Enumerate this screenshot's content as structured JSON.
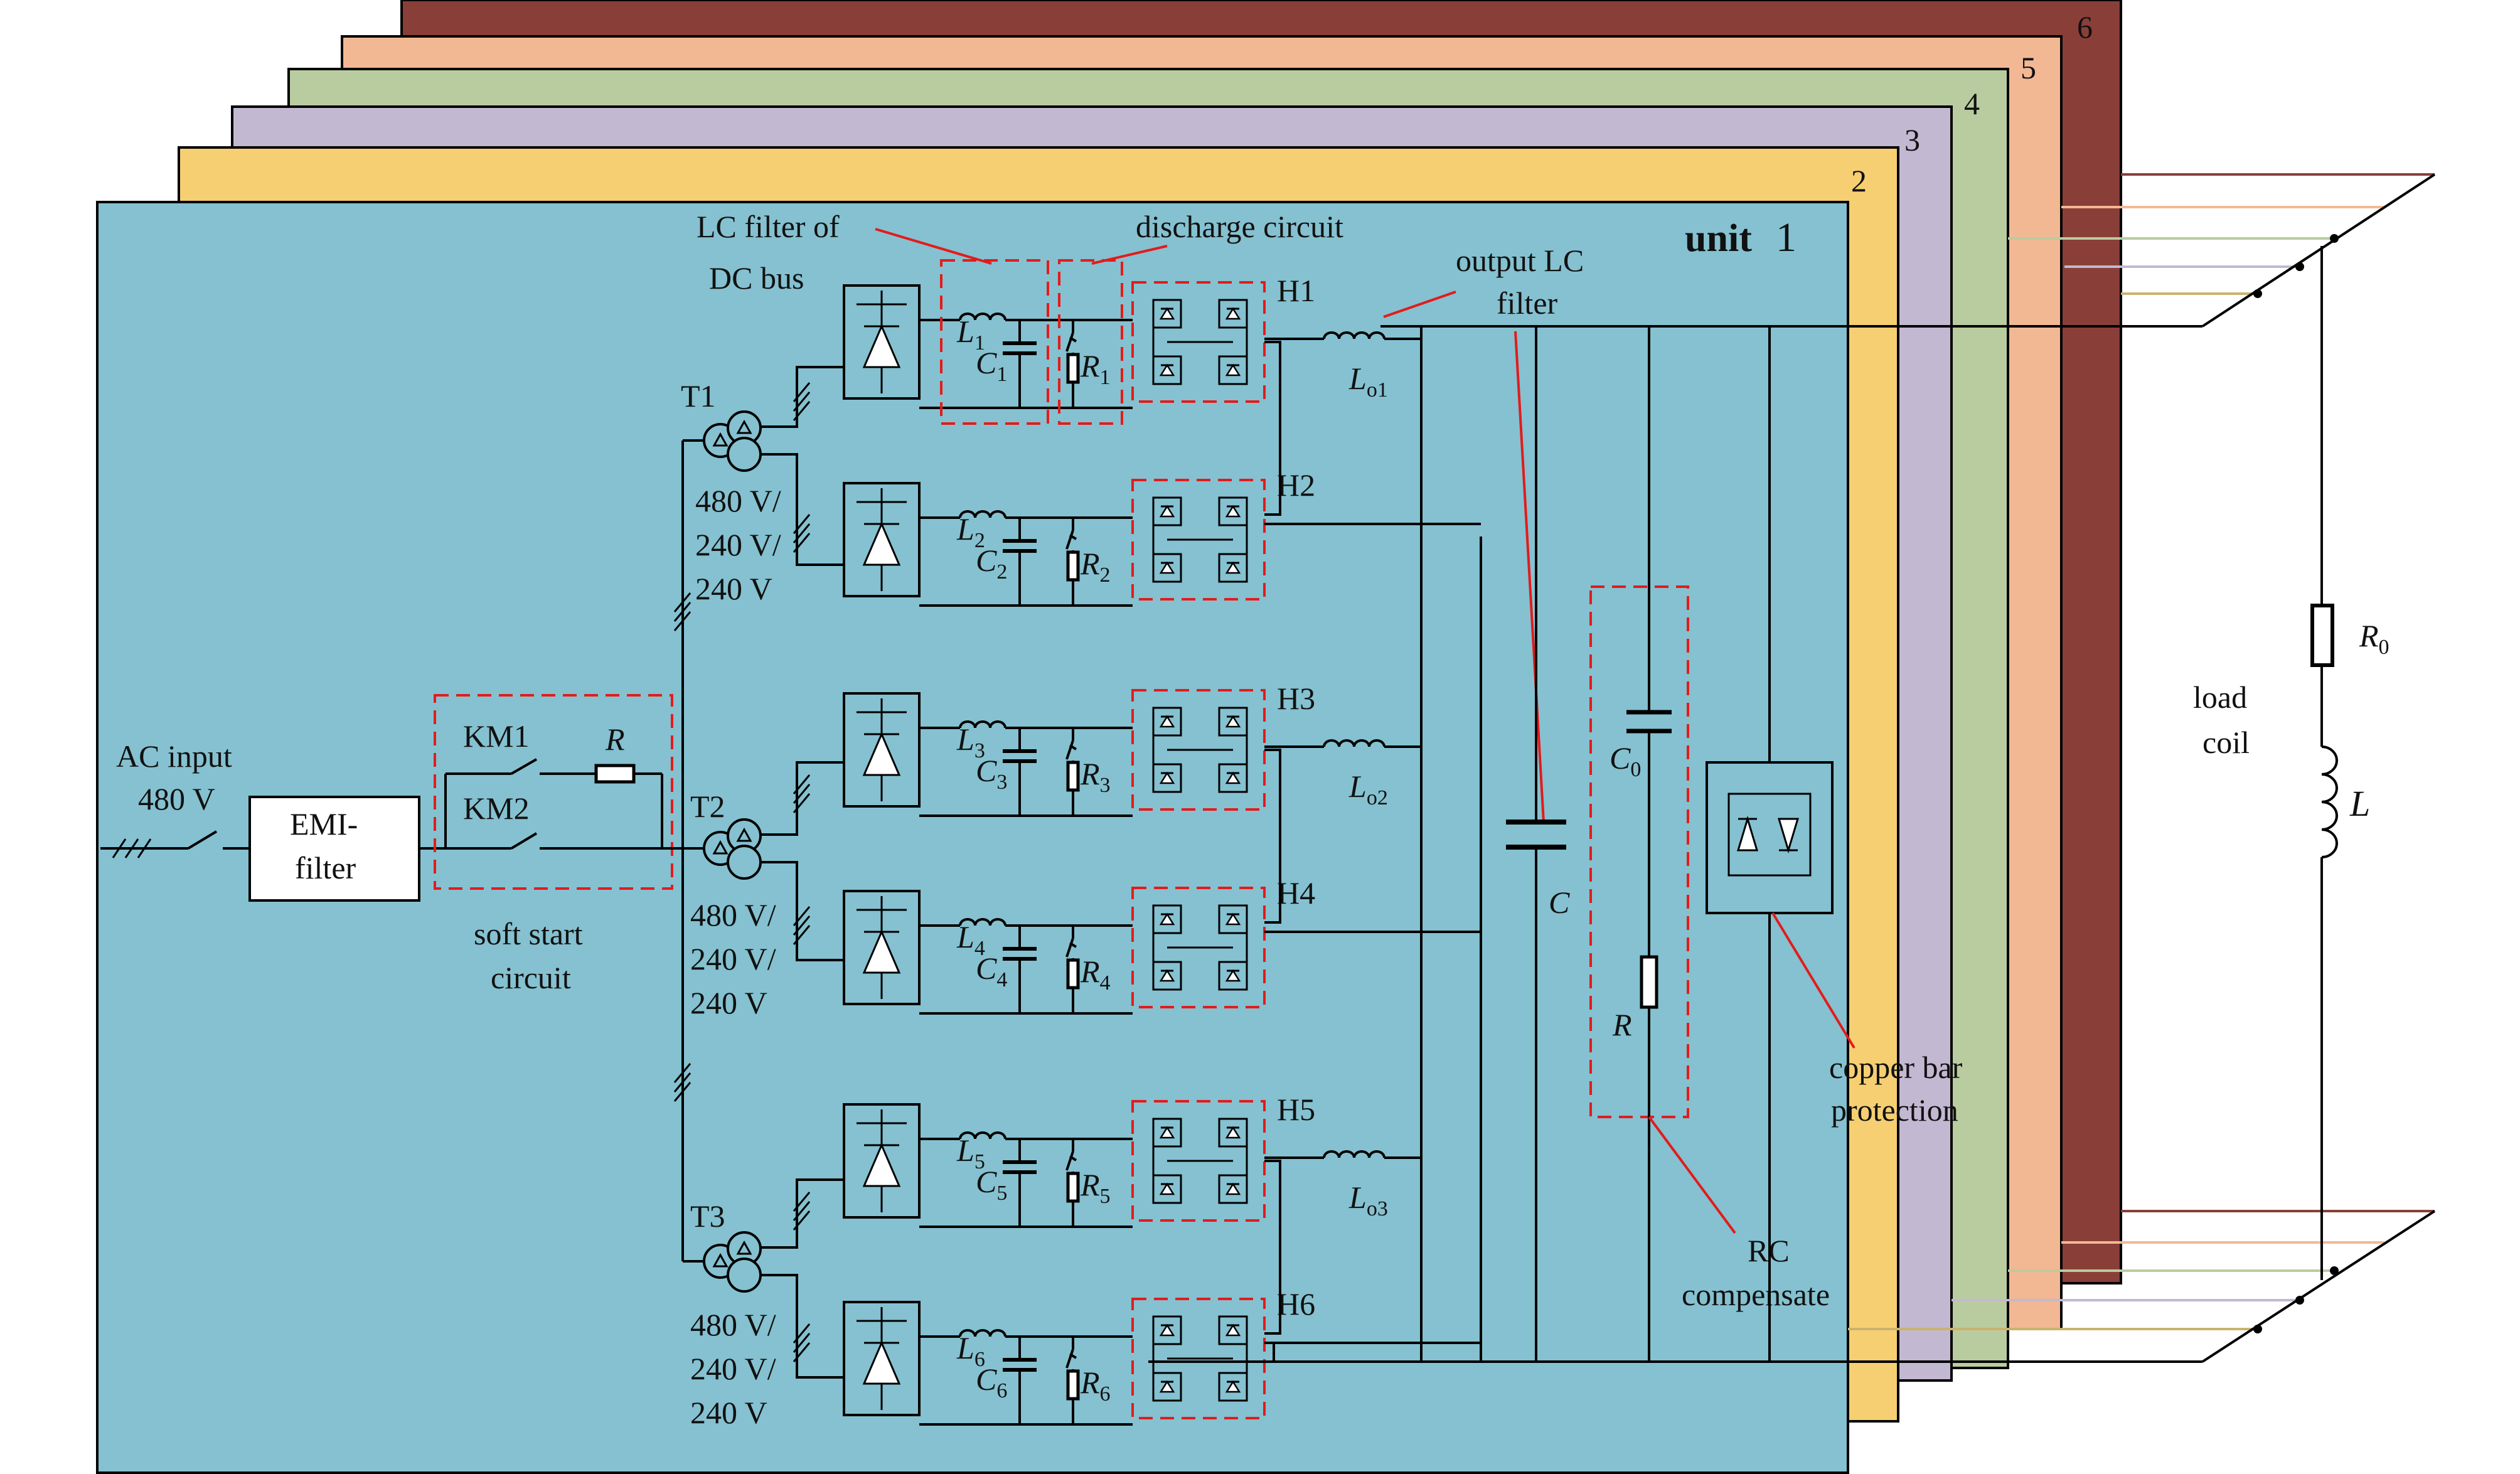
{
  "colors": {
    "panel_1": "#85c1d0",
    "panel_2": "#f6cf72",
    "panel_3": "#c3b8d1",
    "panel_4": "#b9cc9f",
    "panel_5": "#f2b894",
    "panel_6": "#893f38",
    "annotation": "#e31b1b",
    "wire": "#000000"
  },
  "panels": {
    "numbers": [
      "1",
      "2",
      "3",
      "4",
      "5",
      "6"
    ],
    "unit_word": "unit"
  },
  "input": {
    "ac_label_line1": "AC input",
    "ac_label_line2": "480 V",
    "emi_line1": "EMI-",
    "emi_line2": "filter"
  },
  "soft_start": {
    "km1": "KM1",
    "km2": "KM2",
    "resistor": "R",
    "caption_line1": "soft start",
    "caption_line2": "circuit"
  },
  "transformers": [
    {
      "name": "T1",
      "rating": [
        "480 V/",
        "240 V/",
        "240 V"
      ]
    },
    {
      "name": "T2",
      "rating": [
        "480 V/",
        "240 V/",
        "240 V"
      ]
    },
    {
      "name": "T3",
      "rating": [
        "480 V/",
        "240 V/",
        "240 V"
      ]
    }
  ],
  "annotations": {
    "lc_dc_line1": "LC filter of",
    "lc_dc_line2": "DC bus",
    "discharge": "discharge circuit",
    "output_lc_line1": "output LC",
    "output_lc_line2": "filter",
    "rc_line1": "RC",
    "rc_line2": "compensate",
    "copper_line1": "copper bar",
    "copper_line2": "protection"
  },
  "modules": [
    {
      "bridge": "H1",
      "L_base": "L",
      "L_sub": "1",
      "C_base": "C",
      "C_sub": "1",
      "R_base": "R",
      "R_sub": "1"
    },
    {
      "bridge": "H2",
      "L_base": "L",
      "L_sub": "2",
      "C_base": "C",
      "C_sub": "2",
      "R_base": "R",
      "R_sub": "2"
    },
    {
      "bridge": "H3",
      "L_base": "L",
      "L_sub": "3",
      "C_base": "C",
      "C_sub": "3",
      "R_base": "R",
      "R_sub": "3"
    },
    {
      "bridge": "H4",
      "L_base": "L",
      "L_sub": "4",
      "C_base": "C",
      "C_sub": "4",
      "R_base": "R",
      "R_sub": "4"
    },
    {
      "bridge": "H5",
      "L_base": "L",
      "L_sub": "5",
      "C_base": "C",
      "C_sub": "5",
      "R_base": "R",
      "R_sub": "5"
    },
    {
      "bridge": "H6",
      "L_base": "L",
      "L_sub": "6",
      "C_base": "C",
      "C_sub": "6",
      "R_base": "R",
      "R_sub": "6"
    }
  ],
  "output_inductors": [
    {
      "base": "L",
      "sub": "o1"
    },
    {
      "base": "L",
      "sub": "o2"
    },
    {
      "base": "L",
      "sub": "o3"
    }
  ],
  "output_filter": {
    "C": "C",
    "C0_base": "C",
    "C0_sub": "0",
    "R": "R"
  },
  "load": {
    "R0_base": "R",
    "R0_sub": "0",
    "L": "L",
    "coil_line1": "load",
    "coil_line2": "coil"
  }
}
